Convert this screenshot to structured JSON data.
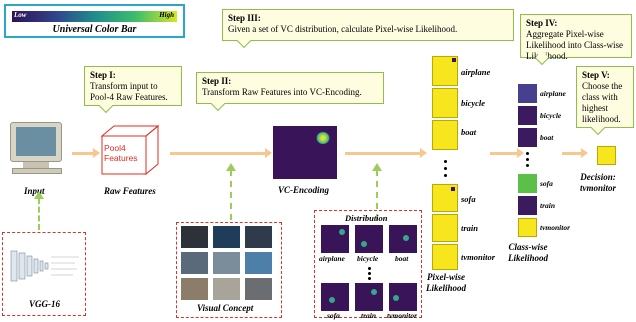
{
  "colorbar": {
    "low": "Low",
    "high": "High",
    "title": "Universal Color Bar",
    "gradient": [
      "#2d1457",
      "#31408a",
      "#1f8c8d",
      "#3ebd6a",
      "#d6e52a"
    ]
  },
  "steps": {
    "step1": {
      "title": "Step I:",
      "text": "Transform input to Pool-4 Raw Features."
    },
    "step2": {
      "title": "Step II:",
      "text": "Transform Raw Features into VC-Encoding."
    },
    "step3": {
      "title": "Step III:",
      "text": "Given a set of VC distribution, calculate Pixel-wise Likelihood."
    },
    "step4": {
      "title": "Step IV:",
      "text": "Aggregate Pixel-wise Likelihood into Class-wise Likelihood."
    },
    "step5": {
      "title": "Step V:",
      "text": "Choose the class with highest likelihood."
    }
  },
  "labels": {
    "input": "Input",
    "raw_features": "Raw Features",
    "pool4": "Pool4\nFeatures",
    "vc_encoding": "VC-Encoding",
    "vgg": "VGG-16",
    "visual_concept": "Visual Concept",
    "distribution": "Distribution",
    "pixel_wise": "Pixel-wise\nLikelihood",
    "class_wise": "Class-wise\nLikelihood",
    "decision": "Decision:\ntvmonitor"
  },
  "distribution_classes_top": [
    "airplane",
    "bicycle",
    "boat"
  ],
  "distribution_classes_bottom": [
    "sofa",
    "train",
    "tvmonitor"
  ],
  "pixel_classes": [
    "airplane",
    "bicycle",
    "boat",
    "sofa",
    "train",
    "tvmonitor"
  ],
  "class_wise": [
    {
      "name": "airplane",
      "color": "#473f8f"
    },
    {
      "name": "bicycle",
      "color": "#3b1a5f"
    },
    {
      "name": "boat",
      "color": "#3b1a5f"
    },
    {
      "name": "sofa",
      "color": "#5cbf47"
    },
    {
      "name": "train",
      "color": "#3b1a5f"
    },
    {
      "name": "tvmonitor",
      "color": "#f7e51e"
    }
  ]
}
